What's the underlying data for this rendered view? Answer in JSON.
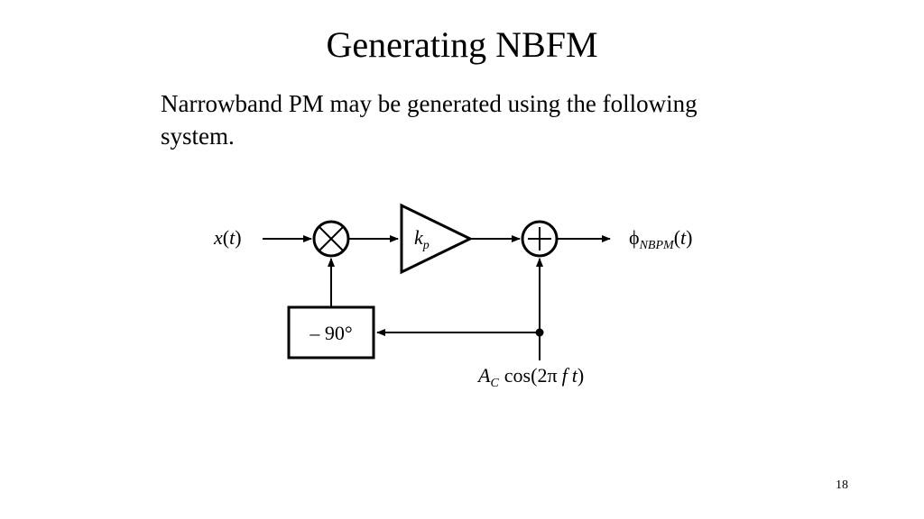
{
  "slide": {
    "title": "Generating NBFM",
    "body": "Narrowband PM may be generated using the following system.",
    "page_number": "18"
  },
  "diagram": {
    "input": {
      "var": "x",
      "arg": "t"
    },
    "gain": {
      "base": "k",
      "sub": "p"
    },
    "phase_shift": "– 90°",
    "output": {
      "symbol": "ϕ",
      "sub": "NBPM",
      "arg": "t"
    },
    "carrier": {
      "amp": "A",
      "amp_sub": "C",
      "func": "cos(2",
      "pi": "π",
      "freq": "f",
      "time": "t"
    }
  }
}
